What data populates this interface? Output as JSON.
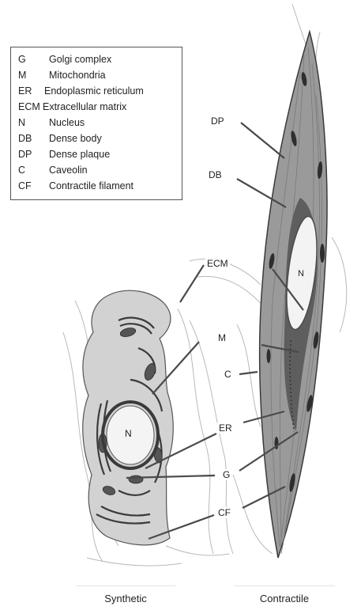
{
  "legend": {
    "items": [
      {
        "abbr": "G",
        "desc": "Golgi complex"
      },
      {
        "abbr": "M",
        "desc": "Mitochondria"
      },
      {
        "abbr": "ER",
        "desc": "Endoplasmic reticulum"
      },
      {
        "abbr": "ECM",
        "desc": "Extracellular matrix"
      },
      {
        "abbr": "N",
        "desc": "Nucleus"
      },
      {
        "abbr": "DB",
        "desc": "Dense body"
      },
      {
        "abbr": "DP",
        "desc": "Dense plaque"
      },
      {
        "abbr": "C",
        "desc": "Caveolin"
      },
      {
        "abbr": "CF",
        "desc": "Contractile filament"
      }
    ]
  },
  "labels": {
    "dp": "DP",
    "db": "DB",
    "ecm": "ECM",
    "m": "M",
    "c": "C",
    "er": "ER",
    "g": "G",
    "cf": "CF"
  },
  "nucleus": {
    "contractile": "N",
    "synthetic": "N"
  },
  "captions": {
    "synthetic": "Synthetic",
    "contractile": "Contractile"
  }
}
